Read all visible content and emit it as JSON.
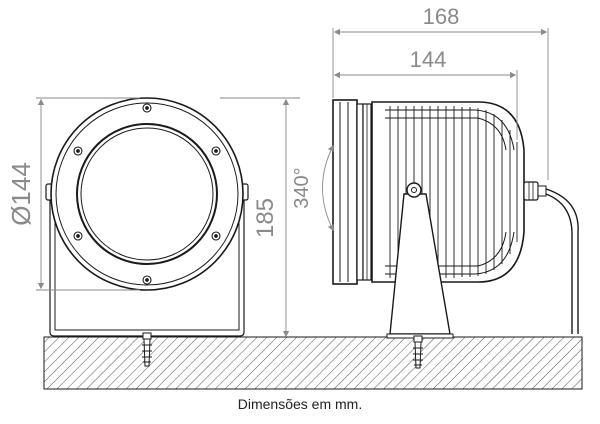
{
  "dimensions": {
    "overall_length": "168",
    "body_length": "144",
    "diameter": "Ø144",
    "height": "185",
    "rotation": "340°"
  },
  "caption": "Dimensões em mm.",
  "colors": {
    "line": "#1a1a1a",
    "dimension": "#8a8a8a",
    "hatch": "#555555"
  }
}
